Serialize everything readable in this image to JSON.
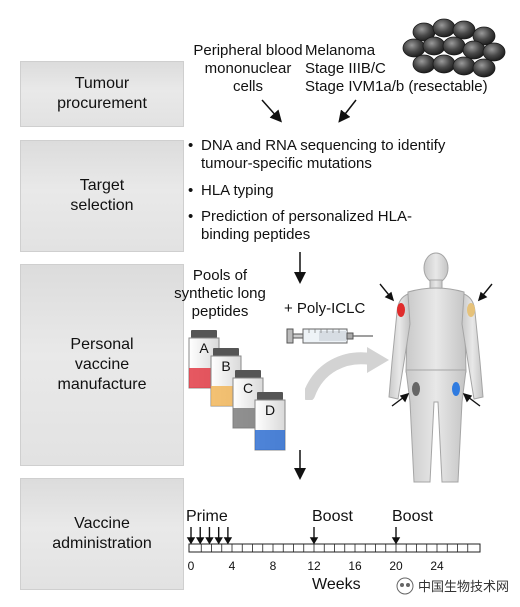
{
  "stages": [
    {
      "label": "Tumour\nprocurement"
    },
    {
      "label": "Target\nselection"
    },
    {
      "label": "Personal\nvaccine\nmanufacture"
    },
    {
      "label": "Vaccine\nadministration"
    }
  ],
  "procurement": {
    "pbmc_text": "Peripheral blood\nmononuclear\ncells",
    "melanoma_text": "Melanoma\nStage IIIB/C\nStage IVM1a/b (resectable)"
  },
  "selection": {
    "bullets": [
      "DNA and RNA sequencing to identify\ntumour-specific mutations",
      "HLA typing",
      "Prediction of personalized HLA-\nbinding peptides"
    ]
  },
  "manufacture": {
    "pools_text": "Pools of\nsynthetic long\npeptides",
    "adjuvant_text": "+ Poly-ICLC",
    "vials": [
      {
        "label": "A",
        "color": "#e23b45"
      },
      {
        "label": "B",
        "color": "#f1b65a"
      },
      {
        "label": "C",
        "color": "#7c7c7c"
      },
      {
        "label": "D",
        "color": "#2f6fd1"
      }
    ],
    "injection_site_colors": [
      "#e02c2c",
      "#e6c27a",
      "#666666",
      "#2f7be0"
    ]
  },
  "administration": {
    "prime_label": "Prime",
    "boost_labels": [
      "Boost",
      "Boost"
    ],
    "xaxis_label": "Weeks",
    "ticks": [
      "0",
      "4",
      "8",
      "12",
      "16",
      "20",
      "24"
    ]
  },
  "watermark": {
    "text": "中国生物技术网"
  }
}
